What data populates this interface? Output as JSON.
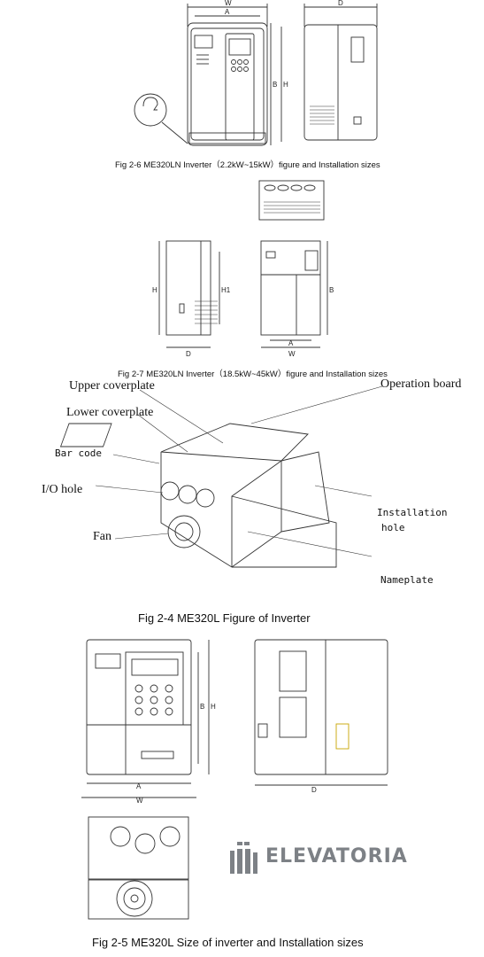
{
  "captions": {
    "fig26": "Fig 2-6   ME320LN Inverter（2.2kW~15kW）figure and Installation sizes",
    "fig27": "Fig 2-7 ME320LN Inverter（18.5kW~45kW）figure and Installation sizes",
    "fig24": "Fig 2-4       ME320L Figure of Inverter",
    "fig25": "Fig 2-5       ME320L Size of inverter and Installation sizes"
  },
  "callouts": {
    "upper_coverplate": "Upper coverplate",
    "lower_coverplate": "Lower coverplate",
    "bar_code": "Bar code",
    "io_hole": "I/O hole",
    "fan": "Fan",
    "operation_board": "Operation board",
    "installation_hole_1": "Installation",
    "installation_hole_2": "hole",
    "nameplate": "Nameplate"
  },
  "dimensions": {
    "fig26_w": "W",
    "fig26_a": "A",
    "fig26_b": "B",
    "fig26_h": "H",
    "fig26_d": "D",
    "fig27_h": "H",
    "fig27_h1": "H1",
    "fig27_d": "D",
    "fig27_w": "W",
    "fig27_a": "A",
    "fig27_b": "B",
    "fig25_a": "A",
    "fig25_w": "W",
    "fig25_b": "B",
    "fig25_h": "H",
    "fig25_d": "D"
  },
  "watermark": {
    "brand": "ELEVATORIA",
    "color": "#7d8186"
  }
}
